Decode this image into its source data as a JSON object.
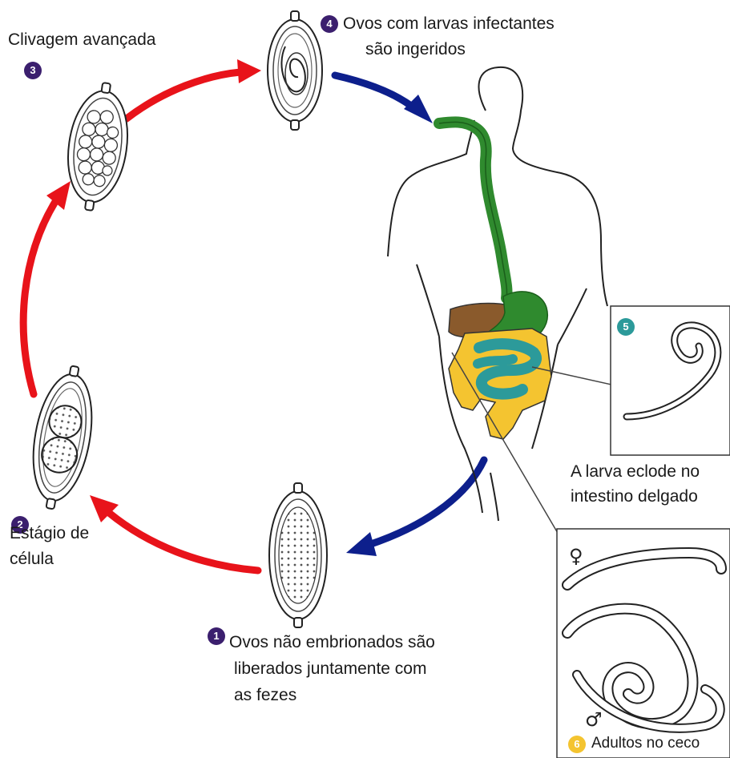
{
  "colors": {
    "cycle_arrow_red": "#e8131a",
    "cycle_arrow_blue": "#0d1f8c",
    "digestive_tract_green": "#2f8a2e",
    "liver_brown": "#8a5a2c",
    "large_intestine_yellow": "#f4c430",
    "small_intestine_teal": "#2c9a9a",
    "badge_purple": "#3b1f6e",
    "badge_teal": "#2c9a9a",
    "badge_yellow": "#f4c430"
  },
  "stages": [
    {
      "number": "1",
      "lines": [
        "Ovos não embrionados são",
        "liberados juntamente com",
        "as fezes"
      ]
    },
    {
      "number": "2",
      "lines": [
        "Estágio de",
        "célula"
      ]
    },
    {
      "number": "3",
      "lines": [
        "Clivagem avançada"
      ]
    },
    {
      "number": "4",
      "lines": [
        "Ovos com larvas infectantes",
        "são ingeridos"
      ]
    },
    {
      "number": "5",
      "lines": [
        "A larva eclode no",
        "intestino delgado"
      ]
    },
    {
      "number": "6",
      "lines": [
        "Adultos no ceco"
      ]
    }
  ],
  "symbols": {
    "female": "♀",
    "male": "♂"
  }
}
